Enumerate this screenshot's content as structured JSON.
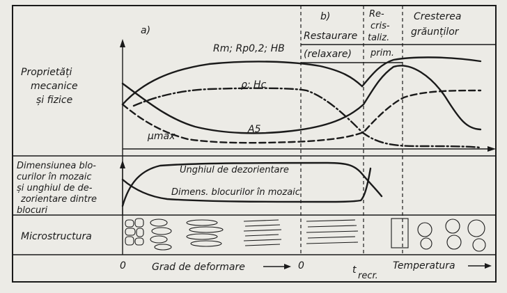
{
  "panel_a_label": "a)",
  "stage_restaurare": {
    "prefix": "b)",
    "title": "Restaurare",
    "subtitle": "(relaxare)"
  },
  "stage_recristalizare": {
    "line1": "Re-",
    "line2": "cris-",
    "line3": "taliz.",
    "line4": "prim."
  },
  "stage_crestere": {
    "line1": "Cresterea",
    "line2": "grăunților"
  },
  "row_properties": {
    "line1": "Proprietăți",
    "line2": "mecanice",
    "line3": "și fizice"
  },
  "row_blocks": {
    "line1": "Dimensiunea blo-",
    "line2": "curilor în mozaic",
    "line3": "și unghiul de de-",
    "line4": "zorientare dintre",
    "line5": "blocuri"
  },
  "row_microstructure": "Microstructura",
  "curves": {
    "strength": "Rm; Rp0,2; HB",
    "coercive": "ρ; Hc",
    "elongation": "A5",
    "permeability": "μmax",
    "misorientation": "Unghiul de dezorientare",
    "block_size": "Dimens. blocurilor în mozaic"
  },
  "axis": {
    "origin_left": "0",
    "deformation": "Grad de deformare",
    "origin_mid": "0",
    "t_symbol": "t",
    "t_sub": "recr.",
    "temperature": "Temperatura"
  }
}
